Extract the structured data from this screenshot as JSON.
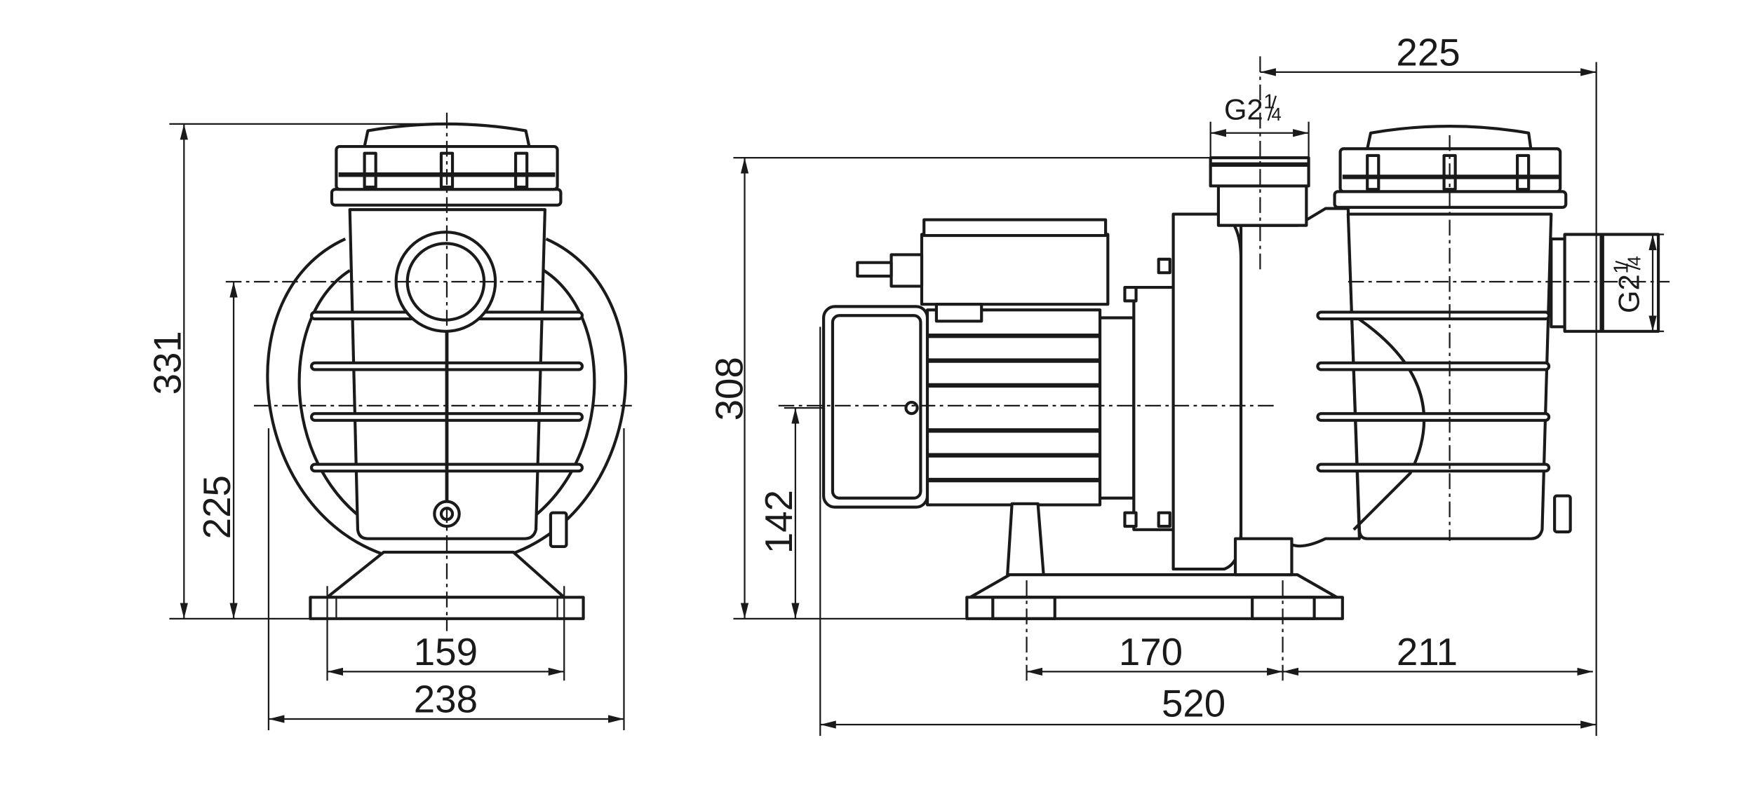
{
  "front_view": {
    "height_total": "331",
    "inlet_height": "225",
    "foot_spacing": "159",
    "width_total": "238"
  },
  "side_view": {
    "outlet_offset": "225",
    "outlet_thread": {
      "main": "G2",
      "fraction_num": "1",
      "fraction_den": "4"
    },
    "inlet_thread": {
      "main": "G2",
      "fraction_num": "1",
      "fraction_den": "4"
    },
    "outlet_height": "308",
    "shaft_height": "142",
    "foot_spacing": "170",
    "foot_to_end": "211",
    "length_total": "520"
  }
}
